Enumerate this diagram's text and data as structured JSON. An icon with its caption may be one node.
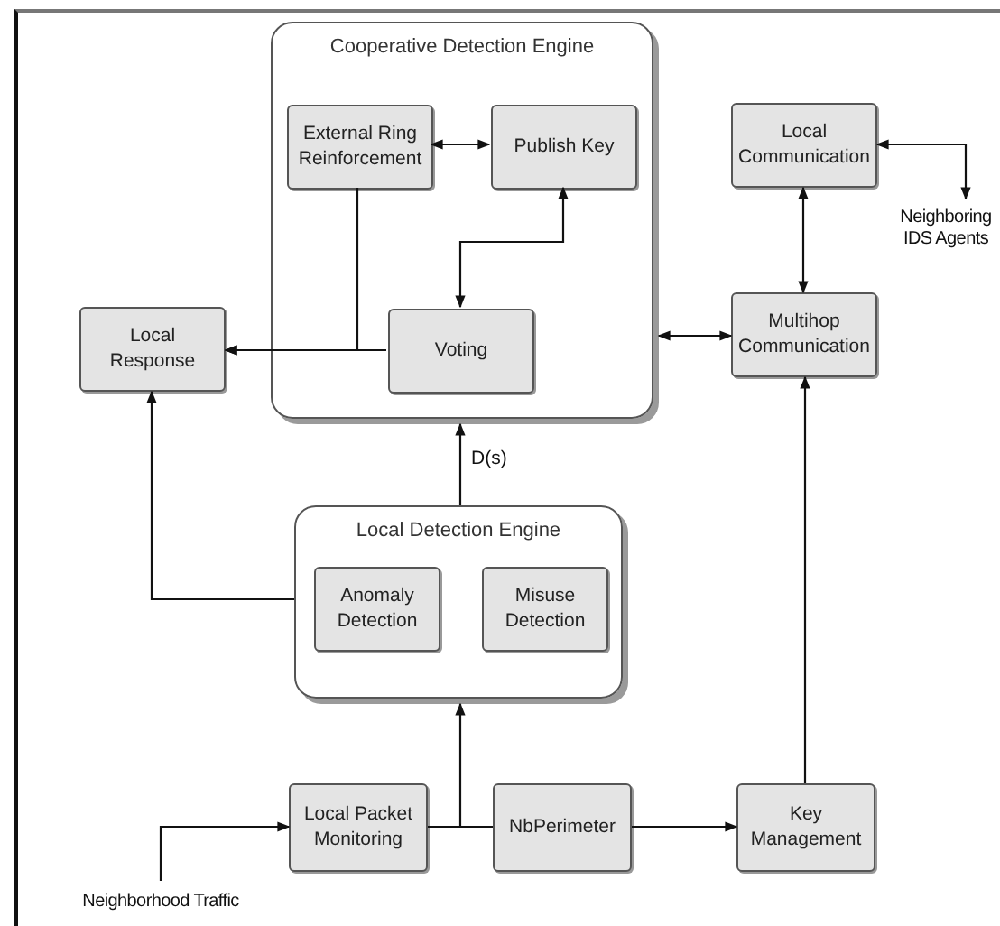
{
  "diagram": {
    "nodes": [
      {
        "text": [
          "Cooperative Detection Engine"
        ]
      },
      {
        "text": [
          "External Ring Reinforcement"
        ],
        "in": 0
      },
      {
        "text": [
          "Publish Key"
        ],
        "in": 0
      },
      {
        "text": [
          "Voting"
        ],
        "in": 0
      },
      {
        "text": [
          "Local Response"
        ]
      },
      {
        "text": [
          "Local Communication"
        ]
      },
      {
        "text": [
          "Neighboring IDS Agents"
        ]
      },
      {
        "text": [
          "Multihop Communication"
        ]
      },
      {
        "text": [
          "Local Detection Engine"
        ]
      },
      {
        "text": [
          "Anomaly Detection"
        ],
        "in": 8
      },
      {
        "text": [
          "Misuse Detection"
        ],
        "in": 8
      },
      {
        "text": [
          "Local Packet Monitoring"
        ]
      },
      {
        "text": [
          "NbPerimeter"
        ]
      },
      {
        "text": [
          "Key Management"
        ]
      },
      {
        "text": [
          "Neighborhood Traffic"
        ]
      }
    ],
    "edges": [
      {
        "from": 1,
        "to": 2,
        "arrow": "both"
      },
      {
        "from": 2,
        "to": 3,
        "arrow": "both"
      },
      {
        "from": 3,
        "to": 4,
        "arrow": "to"
      },
      {
        "from": 1,
        "to": 4,
        "arrow": "to"
      },
      {
        "from": 0,
        "to": 7,
        "arrow": "both"
      },
      {
        "from": 5,
        "to": 7,
        "arrow": "both"
      },
      {
        "from": 5,
        "to": 6,
        "arrow": "both"
      },
      {
        "from": 8,
        "to": 0,
        "arrow": "to",
        "label": "D(s)"
      },
      {
        "from": 8,
        "to": 4,
        "arrow": "to"
      },
      {
        "from": 11,
        "to": 8,
        "arrow": "to"
      },
      {
        "from": 11,
        "to": 12,
        "arrow": "none"
      },
      {
        "from": 12,
        "to": 13,
        "arrow": "to"
      },
      {
        "from": 13,
        "to": 7,
        "arrow": "to"
      },
      {
        "from": 14,
        "to": 11,
        "arrow": "to"
      }
    ]
  }
}
